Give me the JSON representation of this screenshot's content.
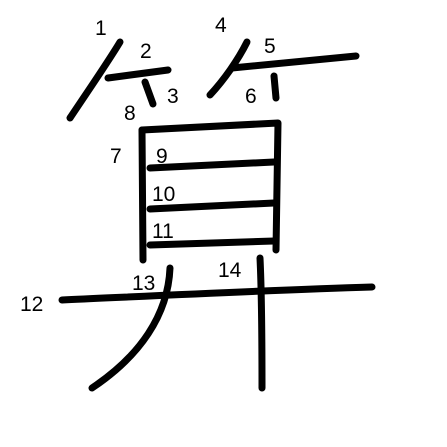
{
  "character": "算",
  "stroke_count": 14,
  "stroke_color": "#000000",
  "background": "#ffffff",
  "stroke_numbers": [
    "1",
    "2",
    "3",
    "4",
    "5",
    "6",
    "7",
    "8",
    "9",
    "10",
    "11",
    "12",
    "13",
    "14"
  ]
}
